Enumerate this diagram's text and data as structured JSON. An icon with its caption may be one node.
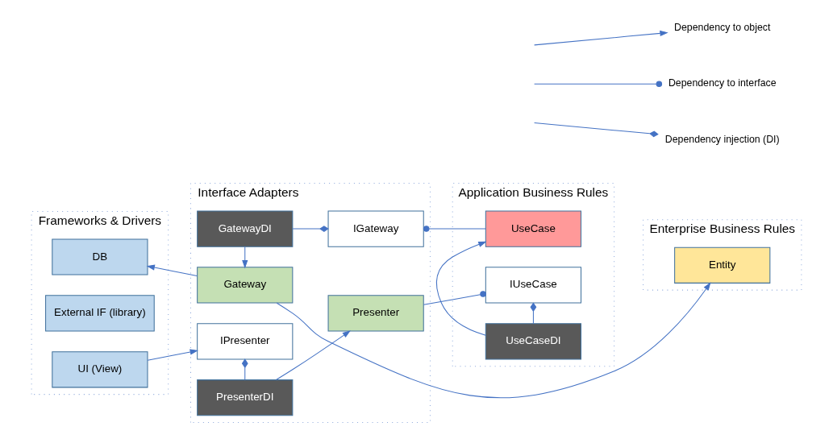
{
  "diagram": {
    "nodes": [
      {
        "text": [
          "Frameworks & Drivers"
        ]
      },
      {
        "text": [
          "DB"
        ],
        "in": 0
      },
      {
        "text": [
          "External IF (library)"
        ],
        "in": 0
      },
      {
        "text": [
          "UI (View)"
        ],
        "in": 0
      },
      {
        "text": [
          "Interface Adapters"
        ]
      },
      {
        "text": [
          "Gateway"
        ],
        "in": 4
      },
      {
        "text": [
          "GatewayDI"
        ],
        "in": 4
      },
      {
        "text": [
          "IGateway"
        ],
        "in": 4
      },
      {
        "text": [
          "IPresenter"
        ],
        "in": 4
      },
      {
        "text": [
          "PresenterDI"
        ],
        "in": 4
      },
      {
        "text": [
          "Presenter"
        ],
        "in": 4
      },
      {
        "text": [
          "Application Business Rules"
        ]
      },
      {
        "text": [
          "UseCase"
        ],
        "in": 11
      },
      {
        "text": [
          "UseCaseDI"
        ],
        "in": 11
      },
      {
        "text": [
          "IUseCase"
        ],
        "in": 11
      },
      {
        "text": [
          "Enterprise Business Rules"
        ]
      },
      {
        "text": [
          "Entity"
        ],
        "in": 15
      }
    ],
    "edges": [
      {
        "from": 5,
        "to": 1,
        "arrow": "to"
      },
      {
        "from": 5,
        "to": 16,
        "arrow": "to"
      },
      {
        "from": 6,
        "to": 5,
        "arrow": "to"
      },
      {
        "from": 6,
        "to": 7,
        "arrow": "other"
      },
      {
        "from": 12,
        "to": 7,
        "arrow": "other"
      },
      {
        "from": 3,
        "to": 8,
        "arrow": "to"
      },
      {
        "from": 9,
        "to": 8,
        "arrow": "other"
      },
      {
        "from": 9,
        "to": 10,
        "arrow": "to"
      },
      {
        "from": 10,
        "to": 14,
        "arrow": "other"
      },
      {
        "from": 13,
        "to": 12,
        "arrow": "to"
      },
      {
        "from": 13,
        "to": 14,
        "arrow": "other"
      }
    ],
    "legend": [
      {
        "text": "Dependency to object"
      },
      {
        "text": "Dependency to interface"
      },
      {
        "text": "Dependency injection (DI)"
      }
    ]
  }
}
